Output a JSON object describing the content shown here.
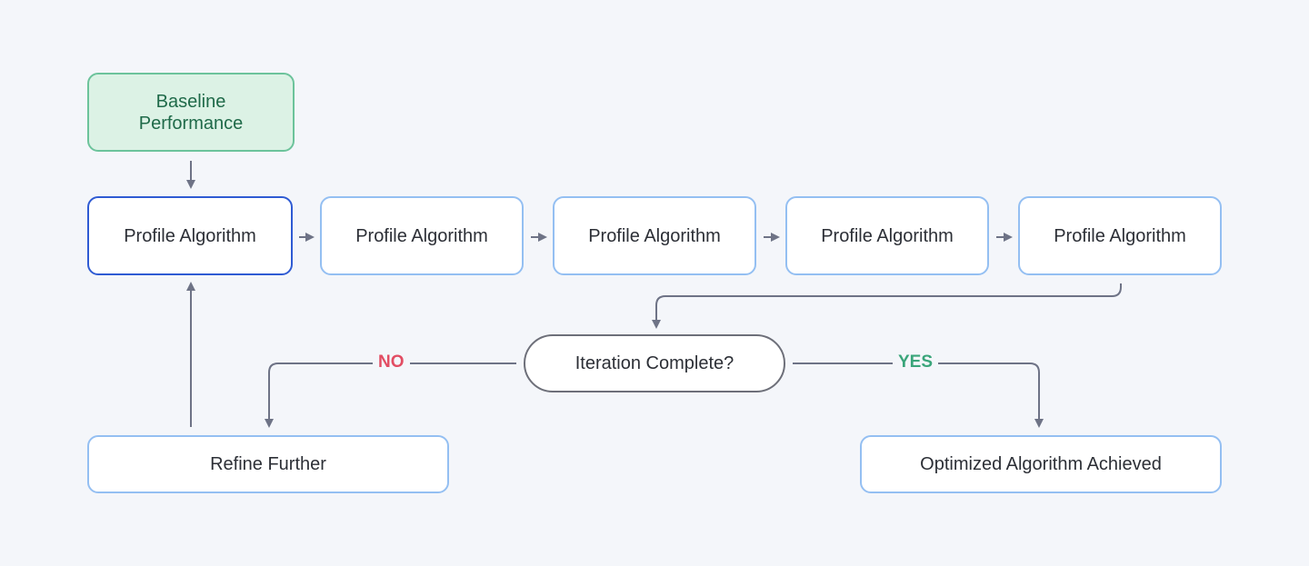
{
  "nodes": {
    "baseline": "Baseline\nPerformance",
    "profile_1": "Profile Algorithm",
    "profile_2": "Profile Algorithm",
    "profile_3": "Profile Algorithm",
    "profile_4": "Profile Algorithm",
    "profile_5": "Profile Algorithm",
    "decision": "Iteration Complete?",
    "refine": "Refine Further",
    "optimized": "Optimized Algorithm Achieved"
  },
  "edge_labels": {
    "no": "NO",
    "yes": "YES"
  },
  "colors": {
    "background": "#f4f6fa",
    "node_border": "#94bff2",
    "active_border": "#2f5bd3",
    "start_fill": "#dcf2e5",
    "start_border": "#6cc39b",
    "decision_border": "#6d6f79",
    "edge": "#6e7386",
    "no_label": "#e24d63",
    "yes_label": "#3aa57a"
  }
}
